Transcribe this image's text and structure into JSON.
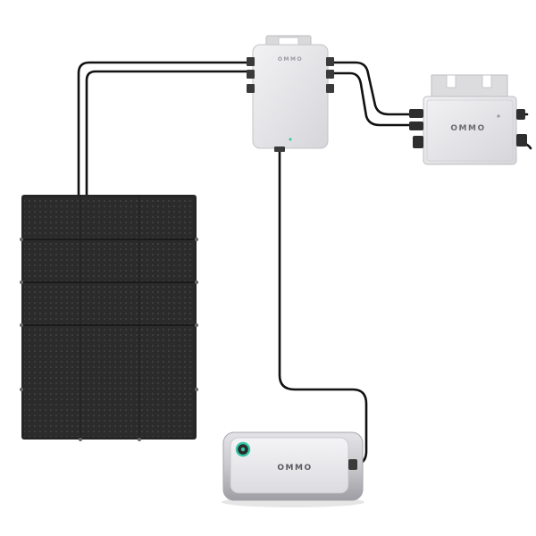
{
  "scene": {
    "background": "#ffffff",
    "cable_color": "#111111",
    "panel_color": "#2a2a2a",
    "device_color": "#e9e9ec",
    "accent_color": "#35c7a5"
  },
  "icons": {
    "solar_panel": "solar-panel-icon",
    "controller": "controller-box-icon",
    "inverter": "micro-inverter-icon",
    "battery": "battery-pack-icon"
  },
  "labels": {
    "controller_brand": "OMMO",
    "inverter_brand": "OMMO",
    "battery_brand": "OMMO"
  }
}
